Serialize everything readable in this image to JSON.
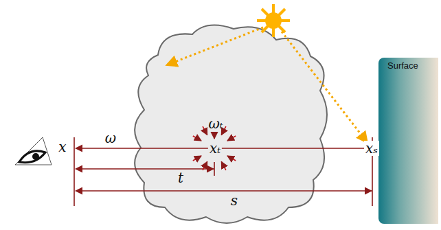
{
  "diagram": {
    "nodes": [
      {
        "text": [
          "Surface"
        ]
      }
    ],
    "labels": [
      "x",
      "ω",
      "ωₜ",
      "xₜ",
      "t",
      "s",
      "xₛ"
    ]
  }
}
